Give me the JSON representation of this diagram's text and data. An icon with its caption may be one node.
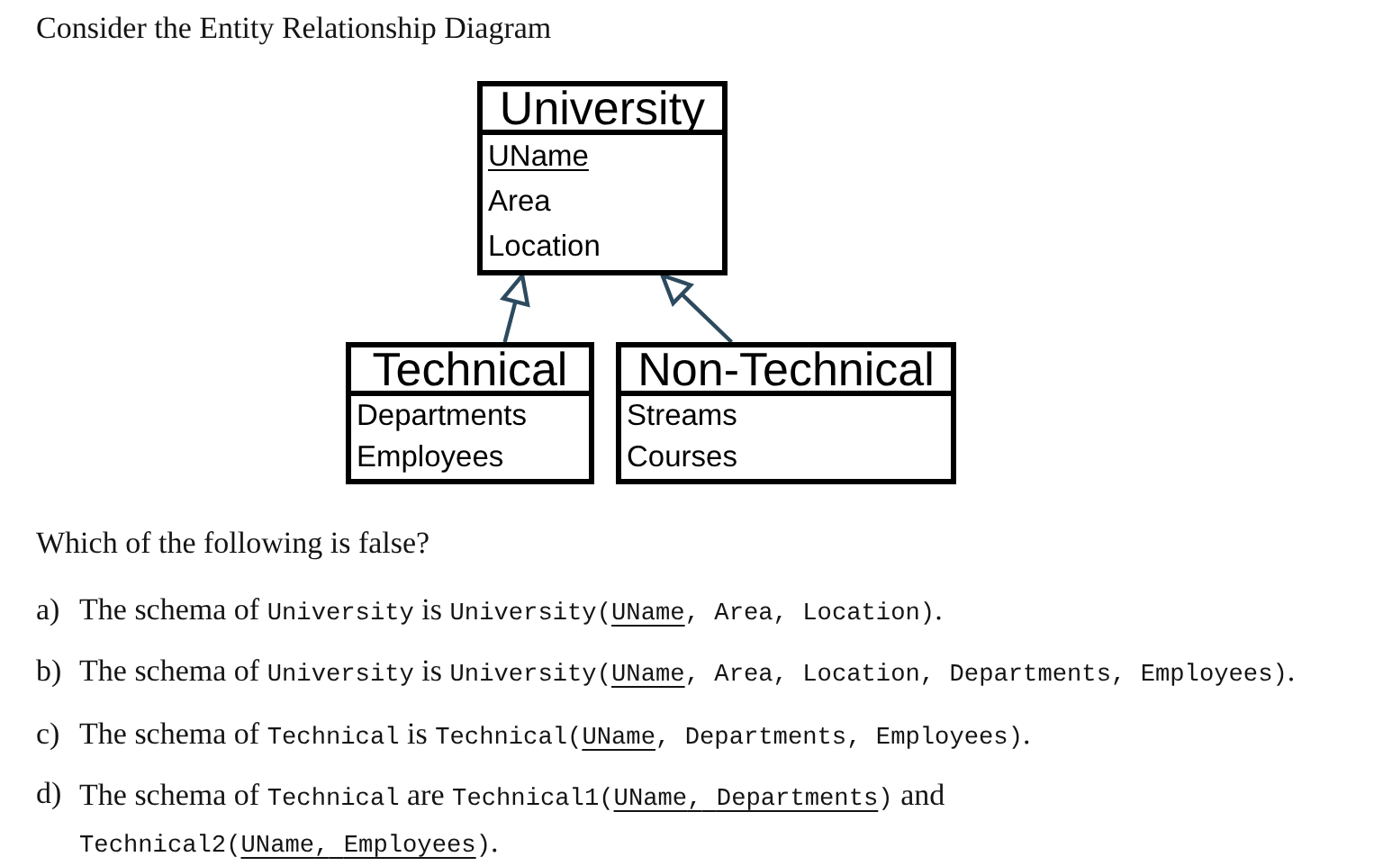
{
  "diagram": {
    "nodes": [
      {
        "text": [
          "University",
          "UName",
          "Area",
          "Location"
        ]
      },
      {
        "text": [
          "Technical",
          "Departments",
          "Employees"
        ]
      },
      {
        "text": [
          "Non-Technical",
          "Streams",
          "Courses"
        ]
      }
    ],
    "edges": [
      {
        "from": 1,
        "to": 0,
        "arrow": "to"
      },
      {
        "from": 2,
        "to": 0,
        "arrow": "to"
      }
    ],
    "labels": [
      "Consider the Entity Relationship Diagram",
      "Which of the following is false?",
      "a)",
      "The schema of University is University(UName, Area, Location).",
      "b)",
      "The schema of University is University(UName, Area, Location, Departments, Employees).",
      "c)",
      "The schema of Technical is Technical(UName, Departments, Employees).",
      "d)",
      "The schema of Technical are Technical1(UName, Departments) and Technical2(UName, Employees)."
    ]
  }
}
